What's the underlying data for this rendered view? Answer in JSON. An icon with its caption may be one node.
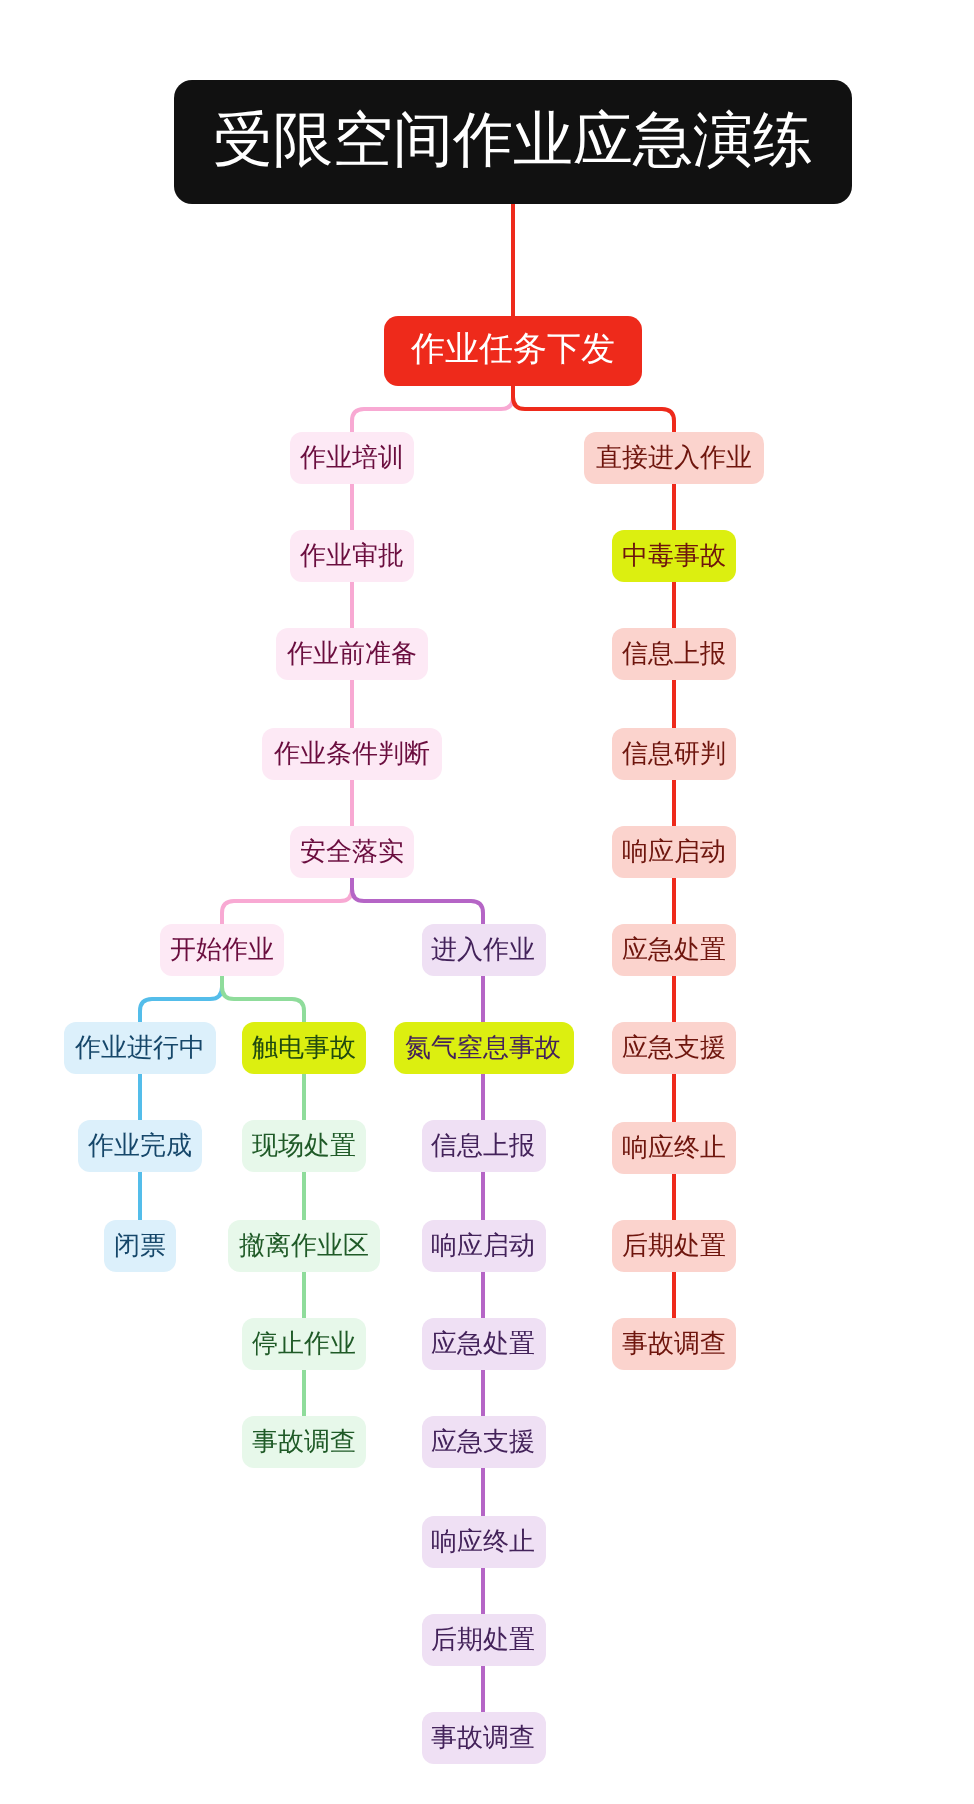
{
  "diagram": {
    "nodes": [
      {
        "text": [
          "受限空间作业应急演练"
        ]
      },
      {
        "text": [
          "作业任务下发"
        ]
      },
      {
        "text": [
          "作业培训"
        ]
      },
      {
        "text": [
          "作业审批"
        ]
      },
      {
        "text": [
          "作业前准备"
        ]
      },
      {
        "text": [
          "作业条件判断"
        ]
      },
      {
        "text": [
          "安全落实"
        ]
      },
      {
        "text": [
          "开始作业"
        ]
      },
      {
        "text": [
          "作业进行中"
        ]
      },
      {
        "text": [
          "作业完成"
        ]
      },
      {
        "text": [
          "闭票"
        ]
      },
      {
        "text": [
          "触电事故"
        ]
      },
      {
        "text": [
          "现场处置"
        ]
      },
      {
        "text": [
          "撤离作业区"
        ]
      },
      {
        "text": [
          "停止作业"
        ]
      },
      {
        "text": [
          "事故调查"
        ]
      },
      {
        "text": [
          "进入作业"
        ]
      },
      {
        "text": [
          "氮气窒息事故"
        ]
      },
      {
        "text": [
          "信息上报"
        ]
      },
      {
        "text": [
          "响应启动"
        ]
      },
      {
        "text": [
          "应急处置"
        ]
      },
      {
        "text": [
          "应急支援"
        ]
      },
      {
        "text": [
          "响应终止"
        ]
      },
      {
        "text": [
          "后期处置"
        ]
      },
      {
        "text": [
          "事故调查"
        ]
      },
      {
        "text": [
          "直接进入作业"
        ]
      },
      {
        "text": [
          "中毒事故"
        ]
      },
      {
        "text": [
          "信息上报"
        ]
      },
      {
        "text": [
          "信息研判"
        ]
      },
      {
        "text": [
          "响应启动"
        ]
      },
      {
        "text": [
          "应急处置"
        ]
      },
      {
        "text": [
          "应急支援"
        ]
      },
      {
        "text": [
          "响应终止"
        ]
      },
      {
        "text": [
          "后期处置"
        ]
      },
      {
        "text": [
          "事故调查"
        ]
      }
    ],
    "edges": [
      {
        "from": 0,
        "to": 1,
        "arrow": "none"
      },
      {
        "from": 1,
        "to": 2,
        "arrow": "none",
        "color": "#f8a9d3"
      },
      {
        "from": 2,
        "to": 3,
        "arrow": "none",
        "color": "#f8a9d3"
      },
      {
        "from": 3,
        "to": 4,
        "arrow": "none",
        "color": "#f8a9d3"
      },
      {
        "from": 4,
        "to": 5,
        "arrow": "none",
        "color": "#f8a9d3"
      },
      {
        "from": 5,
        "to": 6,
        "arrow": "none",
        "color": "#f8a9d3"
      },
      {
        "from": 6,
        "to": 7,
        "arrow": "none",
        "color": "#f8a9d3"
      },
      {
        "from": 7,
        "to": 8,
        "arrow": "none",
        "color": "#54bdea"
      },
      {
        "from": 8,
        "to": 9,
        "arrow": "none",
        "color": "#54bdea"
      },
      {
        "from": 9,
        "to": 10,
        "arrow": "none",
        "color": "#54bdea"
      },
      {
        "from": 7,
        "to": 11,
        "arrow": "none",
        "color": "#8fdc9b"
      },
      {
        "from": 11,
        "to": 12,
        "arrow": "none",
        "color": "#8fdc9b"
      },
      {
        "from": 12,
        "to": 13,
        "arrow": "none",
        "color": "#8fdc9b"
      },
      {
        "from": 13,
        "to": 14,
        "arrow": "none",
        "color": "#8fdc9b"
      },
      {
        "from": 14,
        "to": 15,
        "arrow": "none",
        "color": "#8fdc9b"
      },
      {
        "from": 6,
        "to": 16,
        "arrow": "none",
        "color": "#b565c6"
      },
      {
        "from": 16,
        "to": 17,
        "arrow": "none",
        "color": "#b565c6"
      },
      {
        "from": 17,
        "to": 18,
        "arrow": "none",
        "color": "#b565c6"
      },
      {
        "from": 18,
        "to": 19,
        "arrow": "none",
        "color": "#b565c6"
      },
      {
        "from": 19,
        "to": 20,
        "arrow": "none",
        "color": "#b565c6"
      },
      {
        "from": 20,
        "to": 21,
        "arrow": "none",
        "color": "#b565c6"
      },
      {
        "from": 21,
        "to": 22,
        "arrow": "none",
        "color": "#b565c6"
      },
      {
        "from": 22,
        "to": 23,
        "arrow": "none",
        "color": "#b565c6"
      },
      {
        "from": 23,
        "to": 24,
        "arrow": "none",
        "color": "#b565c6"
      },
      {
        "from": 1,
        "to": 25,
        "arrow": "none"
      },
      {
        "from": 25,
        "to": 26,
        "arrow": "none"
      },
      {
        "from": 26,
        "to": 27,
        "arrow": "none"
      },
      {
        "from": 27,
        "to": 28,
        "arrow": "none"
      },
      {
        "from": 28,
        "to": 29,
        "arrow": "none"
      },
      {
        "from": 29,
        "to": 30,
        "arrow": "none"
      },
      {
        "from": 30,
        "to": 31,
        "arrow": "none"
      },
      {
        "from": 31,
        "to": 32,
        "arrow": "none"
      },
      {
        "from": 32,
        "to": 33,
        "arrow": "none"
      },
      {
        "from": 33,
        "to": 34,
        "arrow": "none"
      }
    ]
  }
}
